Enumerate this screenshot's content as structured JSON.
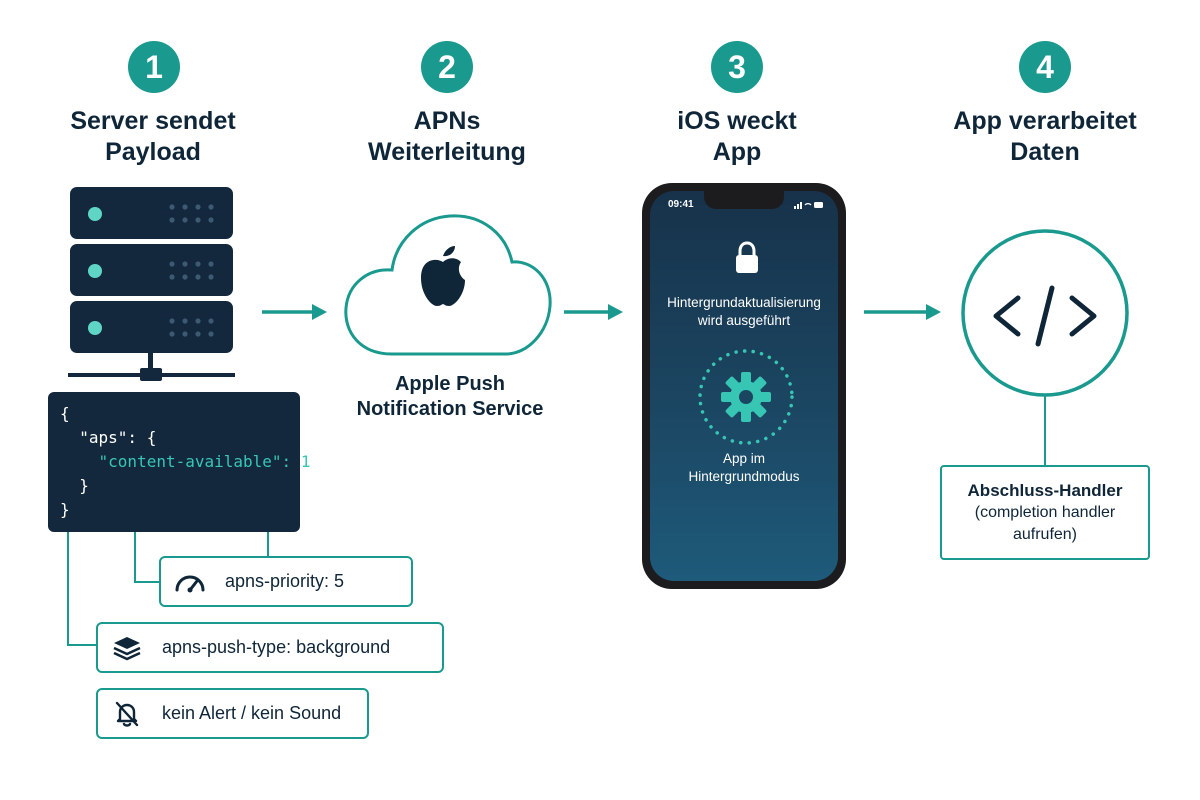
{
  "steps": [
    {
      "number": "1",
      "title_line1": "Server sendet",
      "title_line2": "Payload"
    },
    {
      "number": "2",
      "title_line1": "APNs",
      "title_line2": "Weiterleitung"
    },
    {
      "number": "3",
      "title_line1": "iOS weckt",
      "title_line2": "App"
    },
    {
      "number": "4",
      "title_line1": "App verarbeitet",
      "title_line2": "Daten"
    }
  ],
  "payload": {
    "line1": "{",
    "line2": "  \"aps\": {",
    "line3": "    \"content-available\": 1",
    "line4": "  }",
    "line5": "}"
  },
  "callouts": {
    "priority": "apns-priority: 5",
    "push_type": "apns-push-type: background",
    "no_alert": "kein Alert / kein Sound"
  },
  "service": {
    "line1": "Apple Push",
    "line2": "Notification Service"
  },
  "phone": {
    "time": "09:41",
    "refresh_line1": "Hintergrundaktualisierung",
    "refresh_line2": "wird ausgeführt",
    "mode_line1": "App im",
    "mode_line2": "Hintergrundmodus"
  },
  "handler": {
    "title": "Abschluss-Handler",
    "sub_line1": "(completion handler",
    "sub_line2": "aufrufen)"
  },
  "colors": {
    "teal": "#1a9a8e",
    "navy": "#14283d",
    "code_teal": "#37c6b4"
  }
}
